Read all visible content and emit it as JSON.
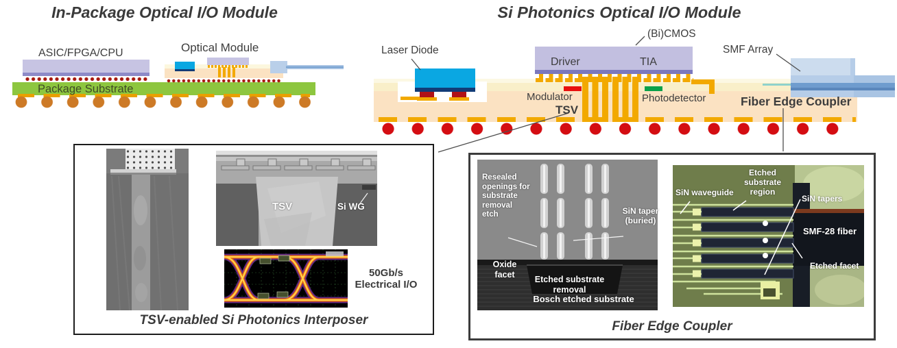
{
  "left_diagram": {
    "title": "In-Package Optical I/O Module",
    "asic_label": "ASIC/FPGA/CPU",
    "optical_module_label": "Optical Module",
    "package_substrate_label": "Package Substrate"
  },
  "right_diagram": {
    "title": "Si Photonics Optical I/O Module",
    "laser_diode_label": "Laser Diode",
    "bicmos_label": "(Bi)CMOS",
    "driver_label": "Driver",
    "tia_label": "TIA",
    "smf_array_label": "SMF Array",
    "modulator_label": "Modulator",
    "photodetector_label": "Photodetector",
    "tsv_label": "TSV",
    "fiber_edge_coupler_label": "Fiber Edge Coupler"
  },
  "interposer_box": {
    "caption": "TSV-enabled Si Photonics Interposer",
    "tsv_label": "TSV",
    "si_wg_label": "Si WG",
    "rate_line1": "50Gb/s",
    "rate_line2": "Electrical I/O"
  },
  "coupler_box": {
    "caption": "Fiber Edge Coupler",
    "resealed_label": "Resealed openings for substrate removal etch",
    "sin_taper_label": "SiN taper (buried)",
    "oxide_facet_label": "Oxide facet",
    "etched_removal_label": "Etched substrate removal",
    "bosch_label": "Bosch etched substrate",
    "sin_waveguide_label": "SiN waveguide",
    "etched_region_label": "Etched substrate region",
    "sin_tapers_label": "SiN tapers",
    "smf28_label": "SMF-28 fiber",
    "etched_facet_label": "Etched facet"
  },
  "colors": {
    "substrate_green": "#8dc63f",
    "interposer_peach": "#fbe2c2",
    "chip_lavender": "#c2bfe0",
    "chip_edge_purple": "#7b78bd",
    "laser_cyan": "#0aa7e2",
    "laser_navy": "#123c77",
    "bump_orange": "#f2a900",
    "bga_ball_orange": "#cd7a26",
    "solder_ball_red": "#d40d12",
    "microbump_red": "#a81a10",
    "modulator_red": "#e8100e",
    "photodetector_green": "#0aa14a",
    "fiber_blue": "#b6cde8",
    "fiber_core_blue": "#6f9cce",
    "waveguide_teal": "#8fd2cc"
  }
}
